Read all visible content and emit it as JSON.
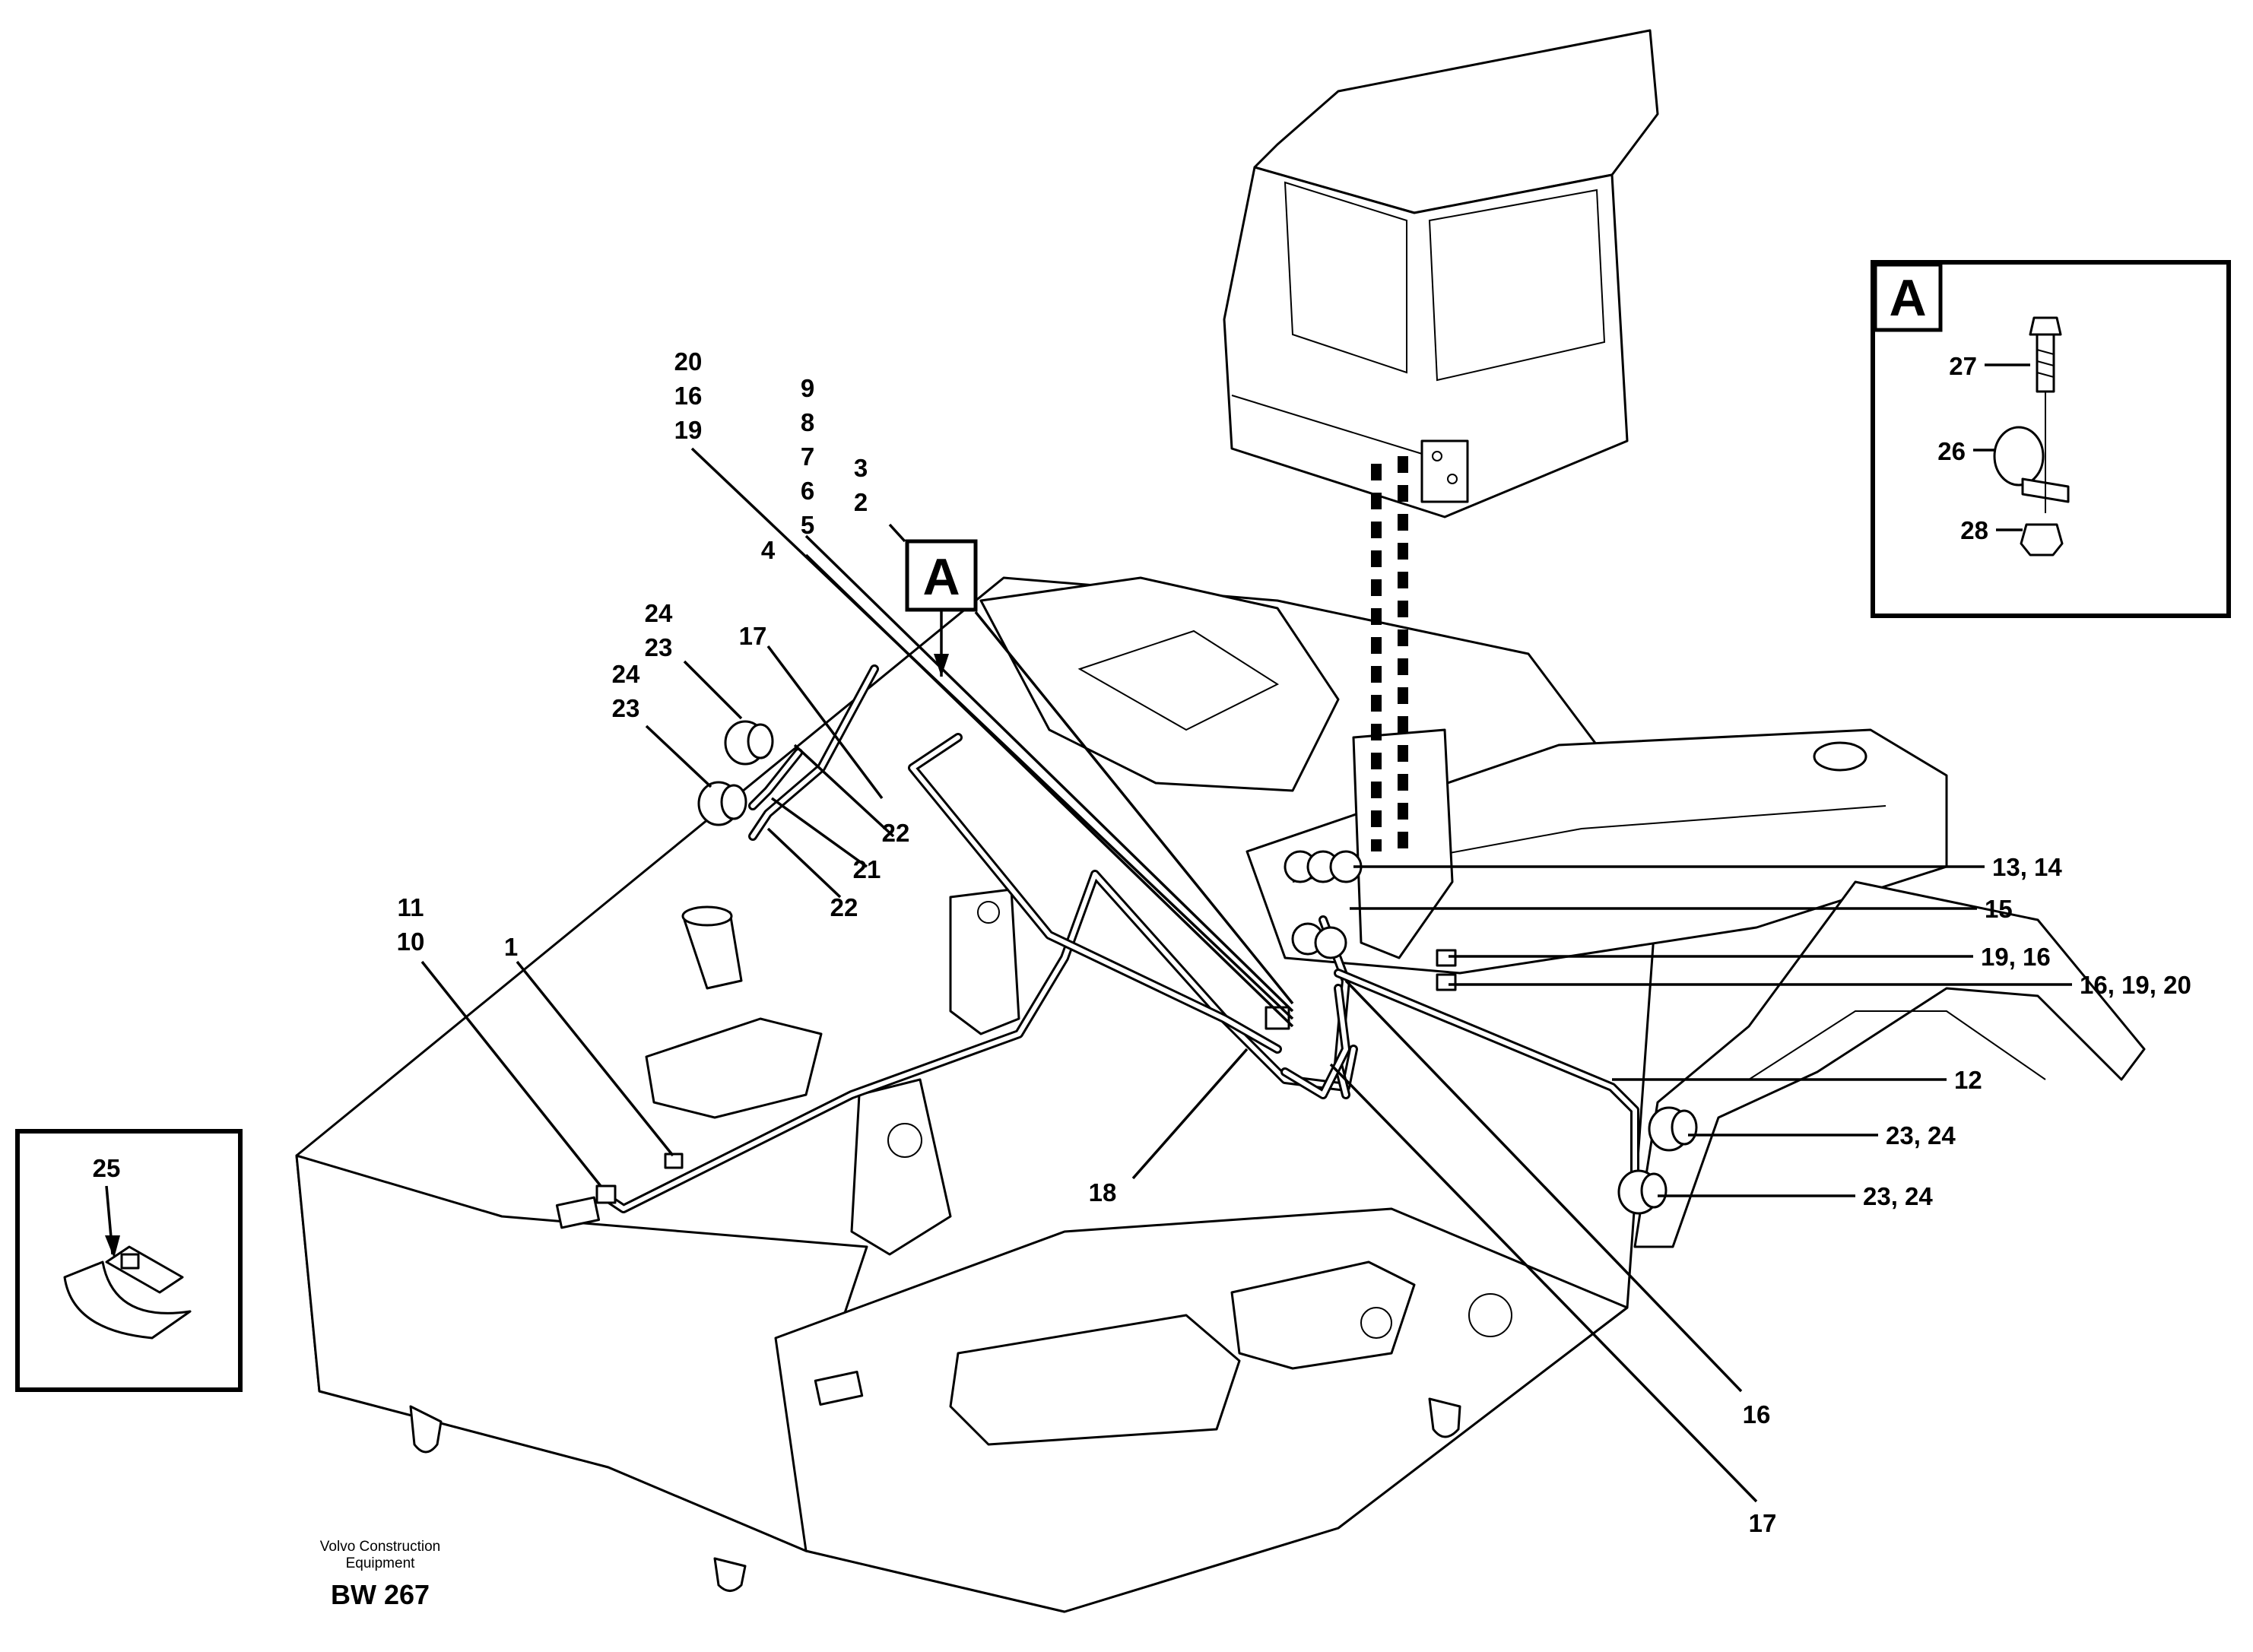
{
  "detail_a": {
    "letter": "A",
    "parts": [
      "27",
      "26",
      "28"
    ]
  },
  "callout_a": {
    "letter": "A"
  },
  "detail_25": {
    "part": "25"
  },
  "labels": {
    "l20": "20",
    "l16a": "16",
    "l19": "19",
    "l9": "9",
    "l8": "8",
    "l7": "7",
    "l6": "6",
    "l5": "5",
    "l4": "4",
    "l3": "3",
    "l2": "2",
    "l24a": "24",
    "l23a": "23",
    "l24b": "24",
    "l23b": "23",
    "l17a": "17",
    "l22a": "22",
    "l21": "21",
    "l22b": "22",
    "l11": "11",
    "l10": "10",
    "l1": "1",
    "l18": "18",
    "l13_14": "13, 14",
    "l15": "15",
    "l19_16": "19, 16",
    "l16_19_20": "16, 19, 20",
    "l12": "12",
    "l23_24a": "23, 24",
    "l23_24b": "23, 24",
    "l16b": "16",
    "l17b": "17"
  },
  "footer": {
    "line1": "Volvo Construction",
    "line2": "Equipment",
    "code": "BW 267"
  }
}
